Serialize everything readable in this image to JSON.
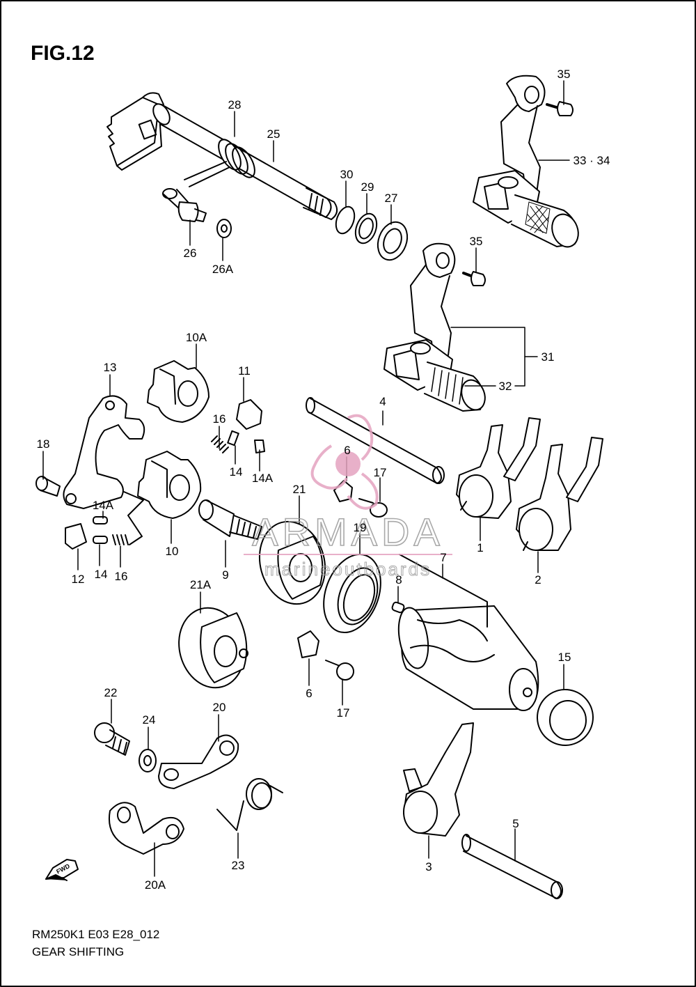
{
  "figure": {
    "title": "FIG.12",
    "code": "RM250K1 E03 E28_012",
    "name": "GEAR SHIFTING"
  },
  "watermark": {
    "brand": "ARMADA",
    "tagline": "marineoutboards",
    "brand_color": "#e5a3c0"
  },
  "parts": {
    "p1": "1",
    "p2": "2",
    "p3": "3",
    "p4": "4",
    "p5": "5",
    "p6a": "6",
    "p6b": "6",
    "p7": "7",
    "p8": "8",
    "p9": "9",
    "p10": "10",
    "p10A": "10A",
    "p11": "11",
    "p12": "12",
    "p13": "13",
    "p14a": "14",
    "p14b": "14",
    "p14Aa": "14A",
    "p14Ab": "14A",
    "p15": "15",
    "p16a": "16",
    "p16b": "16",
    "p17a": "17",
    "p17b": "17",
    "p18": "18",
    "p19": "19",
    "p20": "20",
    "p20A": "20A",
    "p21": "21",
    "p21A": "21A",
    "p22": "22",
    "p23": "23",
    "p24": "24",
    "p25": "25",
    "p26": "26",
    "p26A": "26A",
    "p27": "27",
    "p28": "28",
    "p29": "29",
    "p30": "30",
    "p31": "31",
    "p32": "32",
    "p3334": "33 · 34",
    "p35a": "35",
    "p35b": "35"
  },
  "direction_badge": "FWD"
}
